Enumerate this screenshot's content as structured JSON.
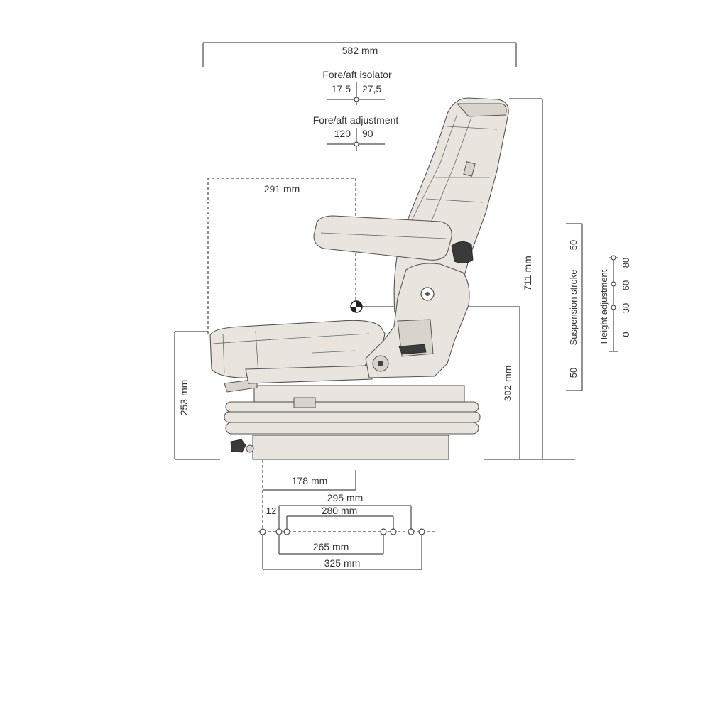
{
  "dimensions": {
    "overall_width": "582 mm",
    "fore_aft_isolator_title": "Fore/aft isolator",
    "fore_aft_isolator_left": "17,5",
    "fore_aft_isolator_right": "27,5",
    "fore_aft_adjustment_title": "Fore/aft adjustment",
    "fore_aft_adjustment_left": "120",
    "fore_aft_adjustment_right": "90",
    "seat_reference": "291 mm",
    "total_height": "711 mm",
    "sip_height": "302 mm",
    "seat_front_height": "253 mm",
    "base_offset": "178 mm",
    "mount_295": "295 mm",
    "mount_12": "12",
    "mount_280": "280 mm",
    "mount_265": "265 mm",
    "mount_325": "325 mm"
  },
  "suspension_scale": {
    "suspension_label": "Suspension stroke",
    "height_label": "Height adjustment",
    "stroke_top": "50",
    "stroke_bottom": "50",
    "height_ticks": [
      "80",
      "60",
      "30",
      "0"
    ]
  },
  "colors": {
    "seat_fill": "#e9e5de",
    "line": "#4a4a4a",
    "text": "#333333"
  }
}
